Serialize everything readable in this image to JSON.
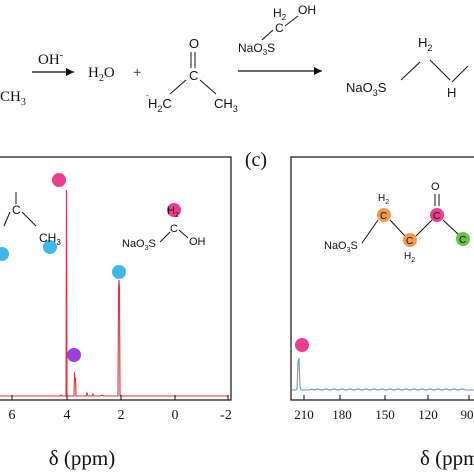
{
  "scheme": {
    "left_fragment": "CH",
    "left_sub": "3",
    "arrow1_label": "OH",
    "arrow1_sup": "-",
    "water": "H",
    "water_sub": "2",
    "water_tail": "O",
    "plus": "+",
    "enolate": {
      "o": "O",
      "c": "C",
      "h2c": "H",
      "h2c_sub": "2",
      "h2c_tail": "C",
      "minus": "-",
      "ch3": "CH",
      "ch3_sub": "3"
    },
    "reagent": {
      "h2": "H",
      "h2_sub": "2",
      "c": "C",
      "oh": "OH",
      "naos": "NaO",
      "naos_sub": "3",
      "naos_tail": "S"
    },
    "product": {
      "naos": "NaO",
      "naos_sub": "3",
      "naos_tail": "S",
      "h2a": "H",
      "h2a_sub": "2",
      "h2b": "H"
    }
  },
  "panel_b": {
    "x_label": "δ (ppm)",
    "ticks": [
      "6",
      "4",
      "2",
      "0",
      "-2"
    ],
    "molecule": {
      "c": "C",
      "ch3": "CH",
      "ch3_sub": "3",
      "h2": "H",
      "h2_sub": "2",
      "c2": "C",
      "oh": "OH",
      "naos": "NaO",
      "naos_sub": "3",
      "naos_tail": "S"
    }
  },
  "panel_c": {
    "label": "(c)",
    "x_label": "δ (ppm",
    "ticks": [
      "210",
      "180",
      "150",
      "120",
      "90"
    ],
    "molecule": {
      "naos": "NaO",
      "naos_sub": "3",
      "naos_tail": "S",
      "c1": "C",
      "h2top": "H",
      "h2top_sub": "2",
      "c2": "C",
      "h2bot": "H",
      "h2bot_sub": "2",
      "c3": "C",
      "o": "O",
      "c4": "C"
    }
  },
  "colors": {
    "red_spectrum": "#e0303a",
    "blue_spectrum": "#5b9bd5",
    "pink_marker": "#ec3d8e",
    "cyan_marker": "#3fb8e8",
    "purple_marker": "#9b3fe0",
    "orange_marker": "#f39a4c",
    "green_marker": "#6cc04a"
  }
}
